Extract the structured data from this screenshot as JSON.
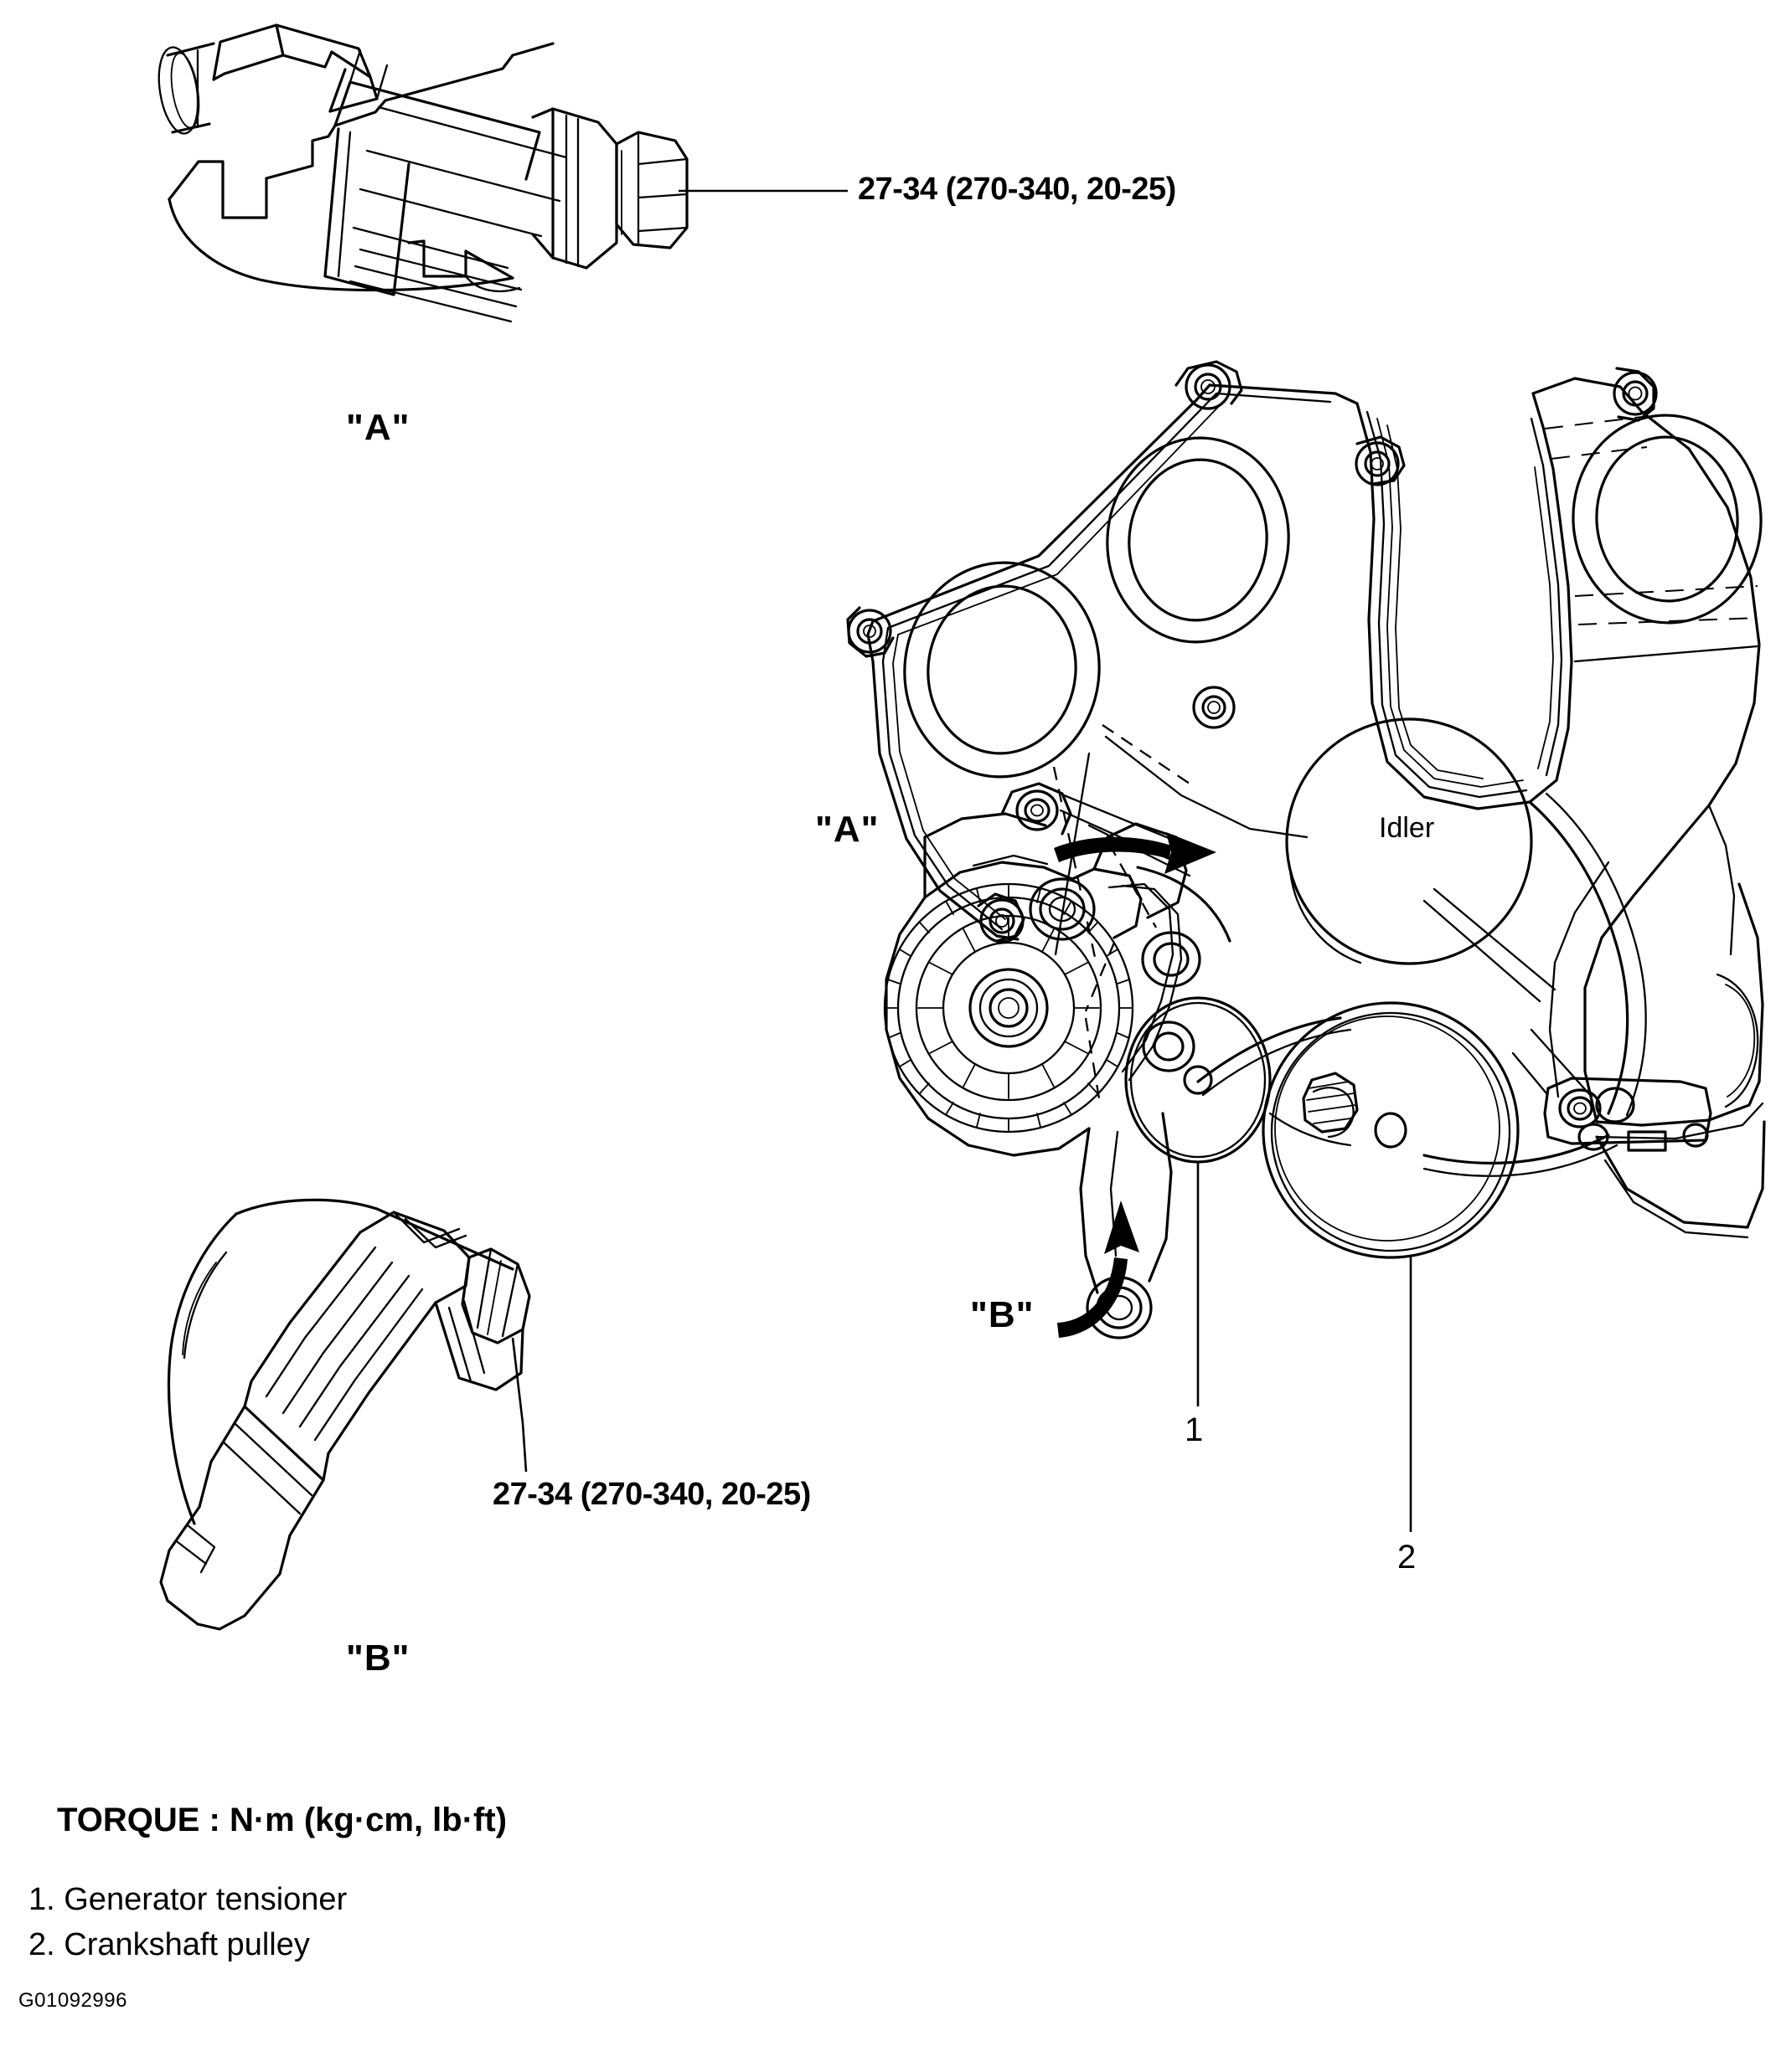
{
  "figure": {
    "id_code": "G01092996",
    "torque_header": "TORQUE : N·m (kg·cm, lb·ft)",
    "legend": [
      "1. Generator tensioner",
      "2. Crankshaft pulley"
    ]
  },
  "detail_a": {
    "tag": "\"A\"",
    "torque_label": "27-34 (270-340, 20-25)"
  },
  "detail_b": {
    "tag": "\"B\"",
    "torque_label": "27-34 (270-340, 20-25)"
  },
  "main_view": {
    "callout_a": "\"A\"",
    "callout_b": "\"B\"",
    "idler_label": "Idler",
    "callout_1": "1",
    "callout_2": "2"
  },
  "colors": {
    "line": "#000000",
    "background": "#ffffff",
    "text": "#000000"
  },
  "icons": {
    "arrow_a": "curved-arrow-right-icon",
    "arrow_b": "curved-arrow-up-icon"
  }
}
